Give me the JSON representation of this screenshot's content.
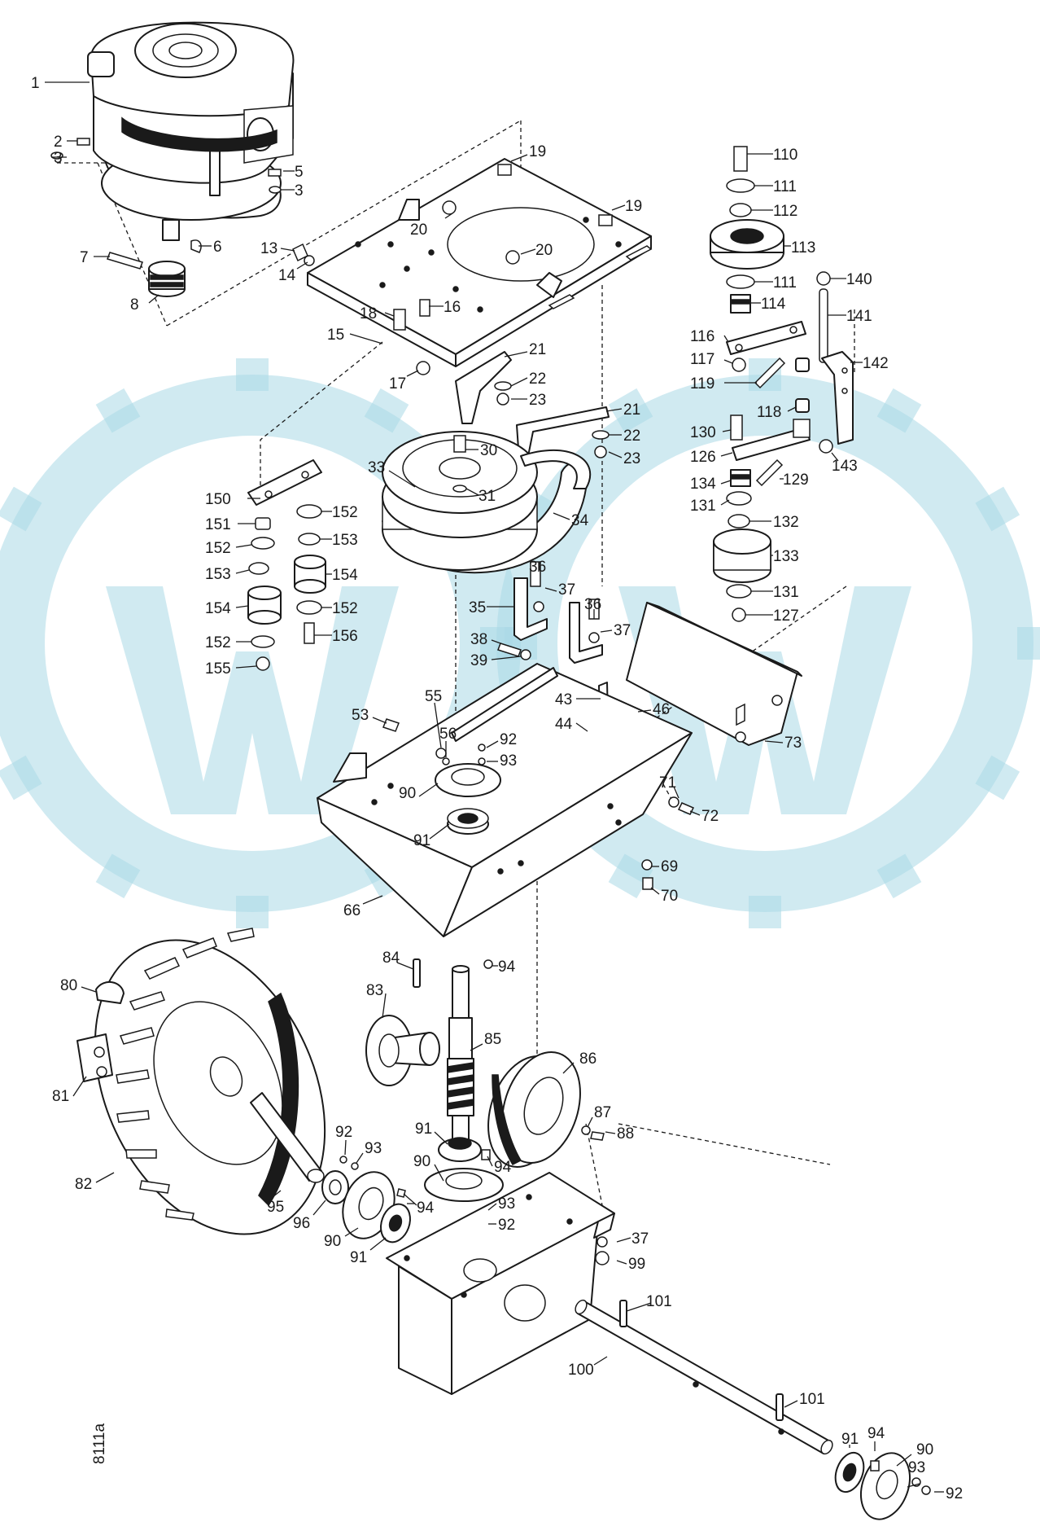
{
  "drawing_code": "8111a",
  "watermark_color": "#a9d9e6",
  "line_color": "#1a1a1a",
  "callouts": [
    {
      "id": "c1",
      "text": "1"
    },
    {
      "id": "c2",
      "text": "2"
    },
    {
      "id": "c3",
      "text": "3"
    },
    {
      "id": "c3b",
      "text": "3"
    },
    {
      "id": "c5",
      "text": "5"
    },
    {
      "id": "c6",
      "text": "6"
    },
    {
      "id": "c7",
      "text": "7"
    },
    {
      "id": "c8",
      "text": "8"
    },
    {
      "id": "c13",
      "text": "13"
    },
    {
      "id": "c14",
      "text": "14"
    },
    {
      "id": "c15",
      "text": "15"
    },
    {
      "id": "c16",
      "text": "16"
    },
    {
      "id": "c17",
      "text": "17"
    },
    {
      "id": "c18",
      "text": "18"
    },
    {
      "id": "c19",
      "text": "19"
    },
    {
      "id": "c19b",
      "text": "19"
    },
    {
      "id": "c20",
      "text": "20"
    },
    {
      "id": "c20b",
      "text": "20"
    },
    {
      "id": "c21",
      "text": "21"
    },
    {
      "id": "c21b",
      "text": "21"
    },
    {
      "id": "c22",
      "text": "22"
    },
    {
      "id": "c22b",
      "text": "22"
    },
    {
      "id": "c23",
      "text": "23"
    },
    {
      "id": "c23b",
      "text": "23"
    },
    {
      "id": "c30",
      "text": "30"
    },
    {
      "id": "c31",
      "text": "31"
    },
    {
      "id": "c33",
      "text": "33"
    },
    {
      "id": "c34",
      "text": "34"
    },
    {
      "id": "c35",
      "text": "35"
    },
    {
      "id": "c36",
      "text": "36"
    },
    {
      "id": "c36b",
      "text": "36"
    },
    {
      "id": "c37",
      "text": "37"
    },
    {
      "id": "c37b",
      "text": "37"
    },
    {
      "id": "c37c",
      "text": "37"
    },
    {
      "id": "c38",
      "text": "38"
    },
    {
      "id": "c39",
      "text": "39"
    },
    {
      "id": "c43",
      "text": "43"
    },
    {
      "id": "c44",
      "text": "44"
    },
    {
      "id": "c46",
      "text": "46"
    },
    {
      "id": "c53",
      "text": "53"
    },
    {
      "id": "c55",
      "text": "55"
    },
    {
      "id": "c56",
      "text": "56"
    },
    {
      "id": "c66",
      "text": "66"
    },
    {
      "id": "c69",
      "text": "69"
    },
    {
      "id": "c70",
      "text": "70"
    },
    {
      "id": "c71",
      "text": "71"
    },
    {
      "id": "c72",
      "text": "72"
    },
    {
      "id": "c73",
      "text": "73"
    },
    {
      "id": "c80",
      "text": "80"
    },
    {
      "id": "c81",
      "text": "81"
    },
    {
      "id": "c82",
      "text": "82"
    },
    {
      "id": "c83",
      "text": "83"
    },
    {
      "id": "c84",
      "text": "84"
    },
    {
      "id": "c85",
      "text": "85"
    },
    {
      "id": "c86",
      "text": "86"
    },
    {
      "id": "c87",
      "text": "87"
    },
    {
      "id": "c88",
      "text": "88"
    },
    {
      "id": "c90",
      "text": "90"
    },
    {
      "id": "c90b",
      "text": "90"
    },
    {
      "id": "c90c",
      "text": "90"
    },
    {
      "id": "c90d",
      "text": "90"
    },
    {
      "id": "c91",
      "text": "91"
    },
    {
      "id": "c91b",
      "text": "91"
    },
    {
      "id": "c91c",
      "text": "91"
    },
    {
      "id": "c91d",
      "text": "91"
    },
    {
      "id": "c92",
      "text": "92"
    },
    {
      "id": "c92b",
      "text": "92"
    },
    {
      "id": "c92c",
      "text": "92"
    },
    {
      "id": "c92d",
      "text": "92"
    },
    {
      "id": "c93",
      "text": "93"
    },
    {
      "id": "c93b",
      "text": "93"
    },
    {
      "id": "c93c",
      "text": "93"
    },
    {
      "id": "c93d",
      "text": "93"
    },
    {
      "id": "c94",
      "text": "94"
    },
    {
      "id": "c94b",
      "text": "94"
    },
    {
      "id": "c94c",
      "text": "94"
    },
    {
      "id": "c94d",
      "text": "94"
    },
    {
      "id": "c95",
      "text": "95"
    },
    {
      "id": "c96",
      "text": "96"
    },
    {
      "id": "c99",
      "text": "99"
    },
    {
      "id": "c100",
      "text": "100"
    },
    {
      "id": "c101",
      "text": "101"
    },
    {
      "id": "c101b",
      "text": "101"
    },
    {
      "id": "c110",
      "text": "110"
    },
    {
      "id": "c111",
      "text": "111"
    },
    {
      "id": "c111b",
      "text": "111"
    },
    {
      "id": "c112",
      "text": "112"
    },
    {
      "id": "c113",
      "text": "113"
    },
    {
      "id": "c114",
      "text": "114"
    },
    {
      "id": "c116",
      "text": "116"
    },
    {
      "id": "c117",
      "text": "117"
    },
    {
      "id": "c118",
      "text": "118"
    },
    {
      "id": "c119",
      "text": "119"
    },
    {
      "id": "c126",
      "text": "126"
    },
    {
      "id": "c127",
      "text": "127"
    },
    {
      "id": "c129",
      "text": "129"
    },
    {
      "id": "c130",
      "text": "130"
    },
    {
      "id": "c131",
      "text": "131"
    },
    {
      "id": "c131b",
      "text": "131"
    },
    {
      "id": "c132",
      "text": "132"
    },
    {
      "id": "c133",
      "text": "133"
    },
    {
      "id": "c134",
      "text": "134"
    },
    {
      "id": "c140",
      "text": "140"
    },
    {
      "id": "c141",
      "text": "141"
    },
    {
      "id": "c142",
      "text": "142"
    },
    {
      "id": "c143",
      "text": "143"
    },
    {
      "id": "c150",
      "text": "150"
    },
    {
      "id": "c151",
      "text": "151"
    },
    {
      "id": "c152",
      "text": "152"
    },
    {
      "id": "c152b",
      "text": "152"
    },
    {
      "id": "c152c",
      "text": "152"
    },
    {
      "id": "c152d",
      "text": "152"
    },
    {
      "id": "c153",
      "text": "153"
    },
    {
      "id": "c153b",
      "text": "153"
    },
    {
      "id": "c154",
      "text": "154"
    },
    {
      "id": "c154b",
      "text": "154"
    },
    {
      "id": "c155",
      "text": "155"
    },
    {
      "id": "c156",
      "text": "156"
    }
  ]
}
